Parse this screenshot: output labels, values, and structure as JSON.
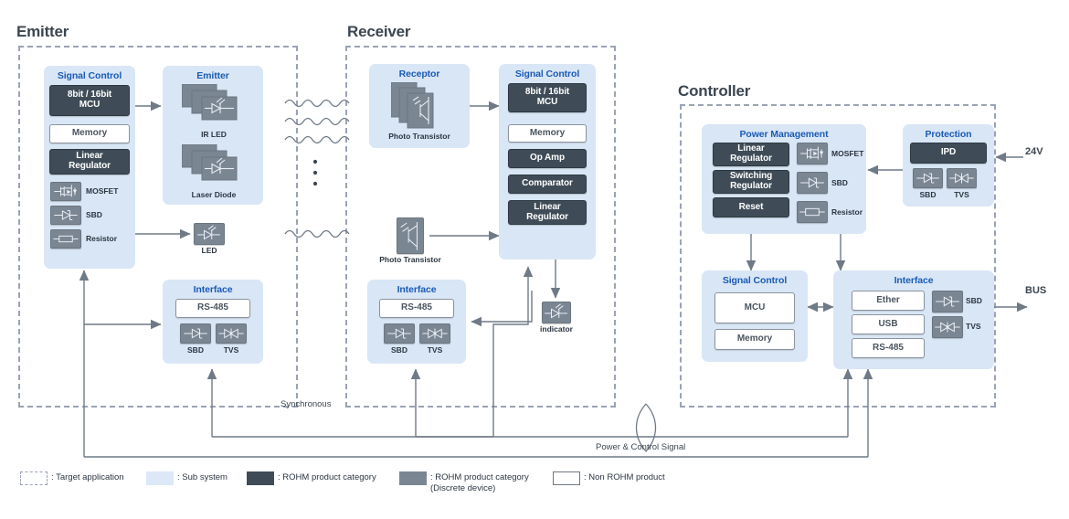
{
  "sections": {
    "emitter": {
      "title": "Emitter"
    },
    "receiver": {
      "title": "Receiver"
    },
    "controller": {
      "title": "Controller"
    }
  },
  "emitter": {
    "signal_control": {
      "title": "Signal Control",
      "blocks": [
        {
          "label": "8bit / 16bit\nMCU",
          "kind": "rohm"
        },
        {
          "label": "Memory",
          "kind": "nonrohm"
        },
        {
          "label": "Linear\nRegulator",
          "kind": "rohm"
        }
      ],
      "discretes": [
        {
          "label": "MOSFET",
          "icon": "mosfet-icon"
        },
        {
          "label": "SBD",
          "icon": "sbd-icon"
        },
        {
          "label": "Resistor",
          "icon": "resistor-icon"
        }
      ]
    },
    "emitter_block": {
      "title": "Emitter",
      "items": [
        {
          "label": "IR LED",
          "icon": "led-icon"
        },
        {
          "label": "Laser Diode",
          "icon": "led-icon"
        }
      ]
    },
    "led": {
      "label": "LED",
      "icon": "led-icon"
    },
    "interface": {
      "title": "Interface",
      "blocks": [
        {
          "label": "RS-485",
          "kind": "nonrohm"
        }
      ],
      "discretes": [
        {
          "label": "SBD",
          "icon": "sbd-icon"
        },
        {
          "label": "TVS",
          "icon": "tvs-icon"
        }
      ]
    }
  },
  "receiver": {
    "receptor": {
      "title": "Receptor",
      "items": [
        {
          "label": "Photo Transistor",
          "icon": "phototransistor-icon"
        }
      ]
    },
    "photo_transistor": {
      "label": "Photo Transistor",
      "icon": "phototransistor-icon"
    },
    "signal_control": {
      "title": "Signal Control",
      "blocks": [
        {
          "label": "8bit / 16bit\nMCU",
          "kind": "rohm"
        },
        {
          "label": "Memory",
          "kind": "nonrohm"
        },
        {
          "label": "Op Amp",
          "kind": "rohm"
        },
        {
          "label": "Comparator",
          "kind": "rohm"
        },
        {
          "label": "Linear\nRegulator",
          "kind": "rohm"
        }
      ]
    },
    "indicator": {
      "label": "indicator",
      "icon": "led-icon"
    },
    "interface": {
      "title": "Interface",
      "blocks": [
        {
          "label": "RS-485",
          "kind": "nonrohm"
        }
      ],
      "discretes": [
        {
          "label": "SBD",
          "icon": "sbd-icon"
        },
        {
          "label": "TVS",
          "icon": "tvs-icon"
        }
      ]
    }
  },
  "controller": {
    "power_management": {
      "title": "Power Management",
      "blocks": [
        {
          "label": "Linear\nRegulator",
          "kind": "rohm"
        },
        {
          "label": "Switching\nRegulator",
          "kind": "rohm"
        },
        {
          "label": "Reset",
          "kind": "rohm"
        }
      ],
      "discretes": [
        {
          "label": "MOSFET",
          "icon": "mosfet-icon"
        },
        {
          "label": "SBD",
          "icon": "sbd-icon"
        },
        {
          "label": "Resistor",
          "icon": "resistor-icon"
        }
      ]
    },
    "protection": {
      "title": "Protection",
      "blocks": [
        {
          "label": "IPD",
          "kind": "rohm"
        }
      ],
      "discretes": [
        {
          "label": "SBD",
          "icon": "sbd-icon"
        },
        {
          "label": "TVS",
          "icon": "tvs-icon"
        }
      ]
    },
    "signal_control": {
      "title": "Signal Control",
      "blocks": [
        {
          "label": "MCU",
          "kind": "nonrohm"
        },
        {
          "label": "Memory",
          "kind": "nonrohm"
        }
      ]
    },
    "interface": {
      "title": "Interface",
      "blocks": [
        {
          "label": "Ether",
          "kind": "nonrohm"
        },
        {
          "label": "USB",
          "kind": "nonrohm"
        },
        {
          "label": "RS-485",
          "kind": "nonrohm"
        }
      ],
      "discretes": [
        {
          "label": "SBD",
          "icon": "sbd-icon"
        },
        {
          "label": "TVS",
          "icon": "tvs-icon"
        }
      ]
    }
  },
  "edge_labels": {
    "power_in": "24V",
    "bus": "BUS"
  },
  "wire_labels": {
    "synchronous": "Synchronous",
    "power_control": "Power & Control Signal"
  },
  "legend": [
    {
      "swatch": "dashed",
      "text": ": Target application"
    },
    {
      "swatch": "subsystem",
      "text": ": Sub system"
    },
    {
      "swatch": "rohm",
      "text": ": ROHM product category"
    },
    {
      "swatch": "discrete",
      "text": ": ROHM product category\n(Discrete device)"
    },
    {
      "swatch": "nonrohm",
      "text": ": Non ROHM product"
    }
  ],
  "colors": {
    "rohm": "#3f4c57",
    "discrete": "#7b8693",
    "subsystem": "#d9e6f5",
    "subsystem_title": "#1a5bb5",
    "dashed_border": "#9aa3b5",
    "wire": "#6f7a86",
    "text": "#2b3540"
  }
}
